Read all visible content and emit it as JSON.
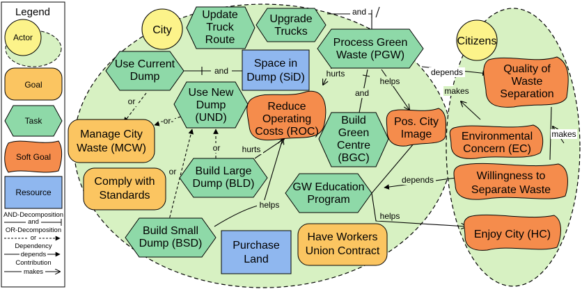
{
  "legend": {
    "title": "Legend",
    "actor": "Actor",
    "goal": "Goal",
    "task": "Task",
    "softgoal": "Soft Goal",
    "resource": "Resource",
    "and_decomp": "AND-Decomposition",
    "and_word": "and",
    "or_decomp": "OR-Decomposition",
    "or_word": "or",
    "dependency": "Dependency",
    "depends_word": "depends",
    "contribution": "Contribution",
    "makes_word": "makes"
  },
  "actors": {
    "city": "City",
    "citizens": "Citizens"
  },
  "nodes": {
    "update_truck": [
      "Update",
      "Truck",
      "Route"
    ],
    "upgrade_trucks": [
      "Upgrade",
      "Trucks"
    ],
    "process_green": [
      "Process Green",
      "Waste (PGW)"
    ],
    "use_current": [
      "Use Current",
      "Dump"
    ],
    "space_dump": [
      "Space in",
      "Dump (SiD)"
    ],
    "use_new": [
      "Use New",
      "Dump",
      "(UND)"
    ],
    "reduce_costs": [
      "Reduce",
      "Operating",
      "Costs (ROC)"
    ],
    "manage_waste": [
      "Manage City",
      "Waste (MCW)"
    ],
    "build_green": [
      "Build",
      "Green",
      "Centre",
      "(BGC)"
    ],
    "pos_image": [
      "Pos. City",
      "Image"
    ],
    "comply": [
      "Comply with",
      "Standards"
    ],
    "build_large": [
      "Build Large",
      "Dump (BLD)"
    ],
    "gw_education": [
      "GW Education",
      "Program"
    ],
    "build_small": [
      "Build Small",
      "Dump (BSD)"
    ],
    "purchase_land": [
      "Purchase",
      "Land"
    ],
    "workers_union": [
      "Have Workers",
      "Union Contract"
    ],
    "quality_sep": [
      "Quality of",
      "Waste",
      "Separation"
    ],
    "env_concern": [
      "Environmental",
      "Concern (EC)"
    ],
    "willingness": [
      "Willingness to",
      "Separate Waste"
    ],
    "enjoy_city": [
      "Enjoy City (HC)"
    ]
  },
  "edges": {
    "and_top": "and",
    "and_space": "and",
    "and_bgc": "and",
    "hurts_pgw": "hurts",
    "helps_pgw": "helps",
    "or_mcw1": "or",
    "or_mcw2": "-or-",
    "or_bld": "or",
    "or_bsd": "or",
    "hurts_bld": "hurts",
    "helps_bsd": "helps",
    "depends_quality": "depends",
    "makes_quality": "makes",
    "makes_env": "makes",
    "depends_gw": "depends",
    "helps_enjoy": "helps"
  },
  "colors": {
    "actor_fill": "#fcf38a",
    "boundary_fill": "#d7f1c2",
    "goal_fill": "#fbc561",
    "task_fill": "#8ed9a8",
    "softgoal_fill": "#f58c4c",
    "resource_fill": "#8fb7ef"
  }
}
